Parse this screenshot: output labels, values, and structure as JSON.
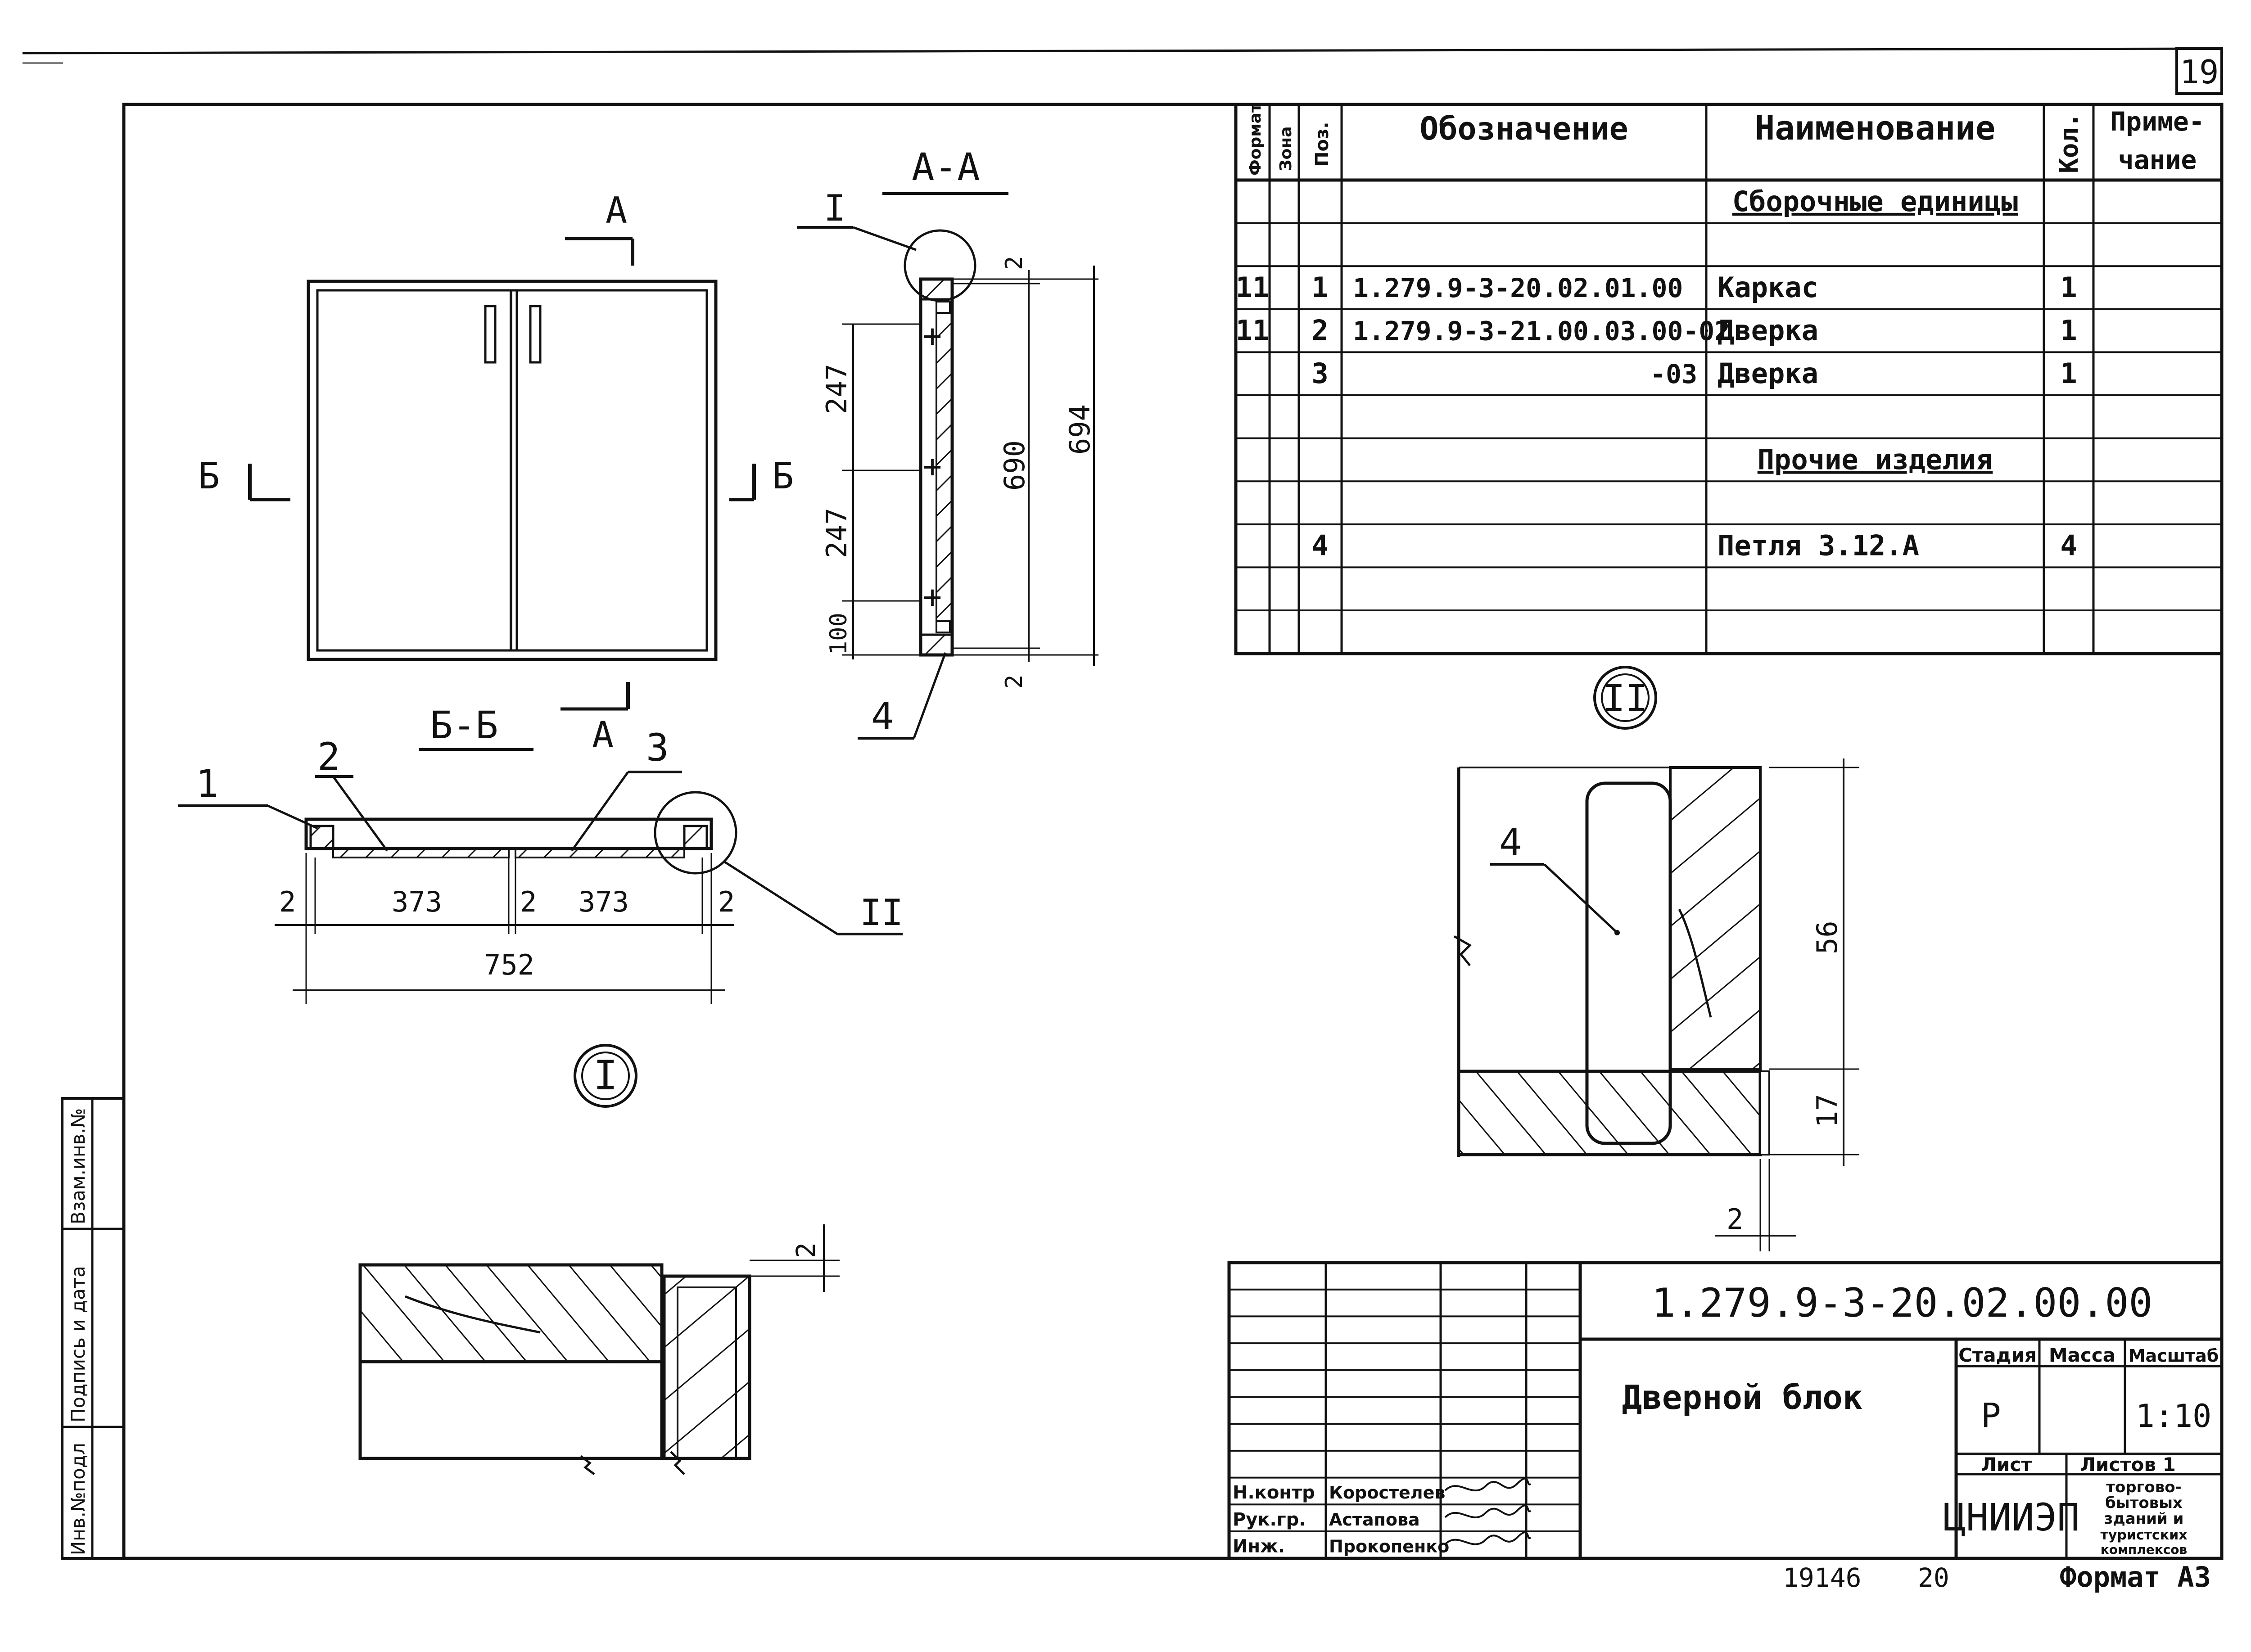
{
  "sheet": {
    "page_number": "19",
    "bottom_codes": [
      "19146",
      "20"
    ],
    "format_label": "Формат А3",
    "roman_one": "I",
    "roman_two": "II"
  },
  "views": {
    "section_aa_title": "А-А",
    "section_bb_title": "Б-Б",
    "cut_a": "А",
    "cut_b": "Б",
    "dims_front": [
      "247",
      "247",
      "100",
      "690",
      "694",
      "2",
      "2"
    ],
    "dims_plan": [
      "2",
      "373",
      "2",
      "373",
      "2",
      "752"
    ],
    "dims_detail_ii": [
      "56",
      "17",
      "2"
    ],
    "dims_detail_i": [
      "2"
    ],
    "callouts": [
      "1",
      "2",
      "3",
      "4",
      "4"
    ]
  },
  "spec_table": {
    "headers": [
      "Формат",
      "Зона",
      "Поз.",
      "Обозначение",
      "Наименование",
      "Кол.",
      "Приме-чание"
    ],
    "header_note_lines": [
      "Приме-",
      "чание"
    ],
    "rows": [
      {
        "format": "",
        "zone": "",
        "pos": "",
        "designation": "",
        "name": "Сборочные единицы",
        "qty": "",
        "note": "",
        "heading": true
      },
      {
        "format": "",
        "zone": "",
        "pos": "",
        "designation": "",
        "name": "",
        "qty": "",
        "note": ""
      },
      {
        "format": "11",
        "zone": "",
        "pos": "1",
        "designation": "1.279.9-3-20.02.01.00",
        "name": "Каркас",
        "qty": "1",
        "note": ""
      },
      {
        "format": "11",
        "zone": "",
        "pos": "2",
        "designation": "1.279.9-3-21.00.03.00-02",
        "name": "Дверка",
        "qty": "1",
        "note": ""
      },
      {
        "format": "",
        "zone": "",
        "pos": "3",
        "designation": "-03",
        "name": "Дверка",
        "qty": "1",
        "note": ""
      },
      {
        "format": "",
        "zone": "",
        "pos": "",
        "designation": "",
        "name": "",
        "qty": "",
        "note": ""
      },
      {
        "format": "",
        "zone": "",
        "pos": "",
        "designation": "",
        "name": "Прочие изделия",
        "qty": "",
        "note": "",
        "heading": true
      },
      {
        "format": "",
        "zone": "",
        "pos": "",
        "designation": "",
        "name": "",
        "qty": "",
        "note": ""
      },
      {
        "format": "",
        "zone": "",
        "pos": "4",
        "designation": "",
        "name": "Петля 3.12.А",
        "qty": "4",
        "note": ""
      },
      {
        "format": "",
        "zone": "",
        "pos": "",
        "designation": "",
        "name": "",
        "qty": "",
        "note": ""
      },
      {
        "format": "",
        "zone": "",
        "pos": "",
        "designation": "",
        "name": "",
        "qty": "",
        "note": ""
      }
    ]
  },
  "title_block": {
    "document_code": "1.279.9-3-20.02.00.00",
    "product_name": "Дверной блок",
    "stage_header": "Стадия",
    "mass_header": "Масса",
    "scale_header": "Масштаб",
    "stage": "Р",
    "mass": "",
    "scale": "1:10",
    "sheet_label": "Лист",
    "sheets_label": "Листов 1",
    "org": "ЦНИИЭП",
    "org_desc": [
      "торгово-",
      "бытовых",
      "зданий и",
      "туристских",
      "комплексов"
    ],
    "people": [
      {
        "role": "Н.контр",
        "name": "Коростелев"
      },
      {
        "role": "Рук.гр.",
        "name": "Астапова"
      },
      {
        "role": "Инж.",
        "name": "Прокопенко"
      }
    ]
  },
  "side_stamp": [
    "Инв.№подл",
    "Подпись и дата",
    "Взам.инв.№"
  ]
}
